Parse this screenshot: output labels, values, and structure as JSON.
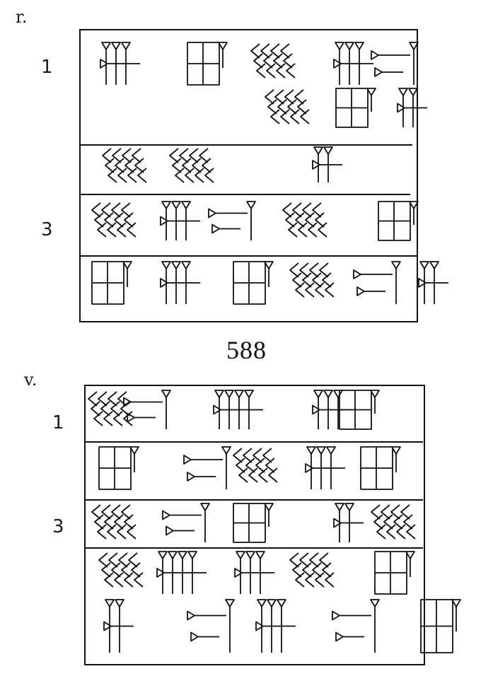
{
  "obverse": {
    "side_label": "r.",
    "line_labels": [
      "1",
      "3"
    ]
  },
  "text_number": "588",
  "reverse": {
    "side_label": "v.",
    "line_labels": [
      "1",
      "3"
    ]
  },
  "ink_color": "#111111"
}
